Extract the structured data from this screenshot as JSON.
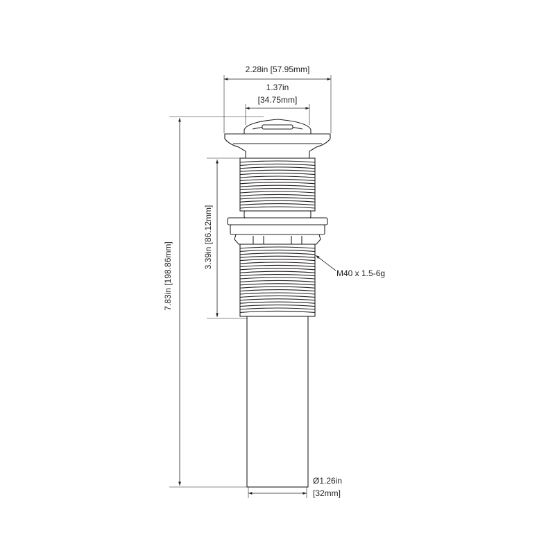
{
  "dimensions": {
    "overall_width": "2.28in [57.95mm]",
    "cap_width_in": "1.37in",
    "cap_width_mm": "[34.75mm]",
    "total_height": "7.83in [198.86mm]",
    "thread_length": "3.39in [86.12mm]",
    "thread_spec": "M40 x 1.5-6g",
    "tail_diameter_in": "Ø1.26in",
    "tail_diameter_mm": "[32mm]"
  },
  "colors": {
    "line": "#231f20",
    "background": "#ffffff"
  }
}
